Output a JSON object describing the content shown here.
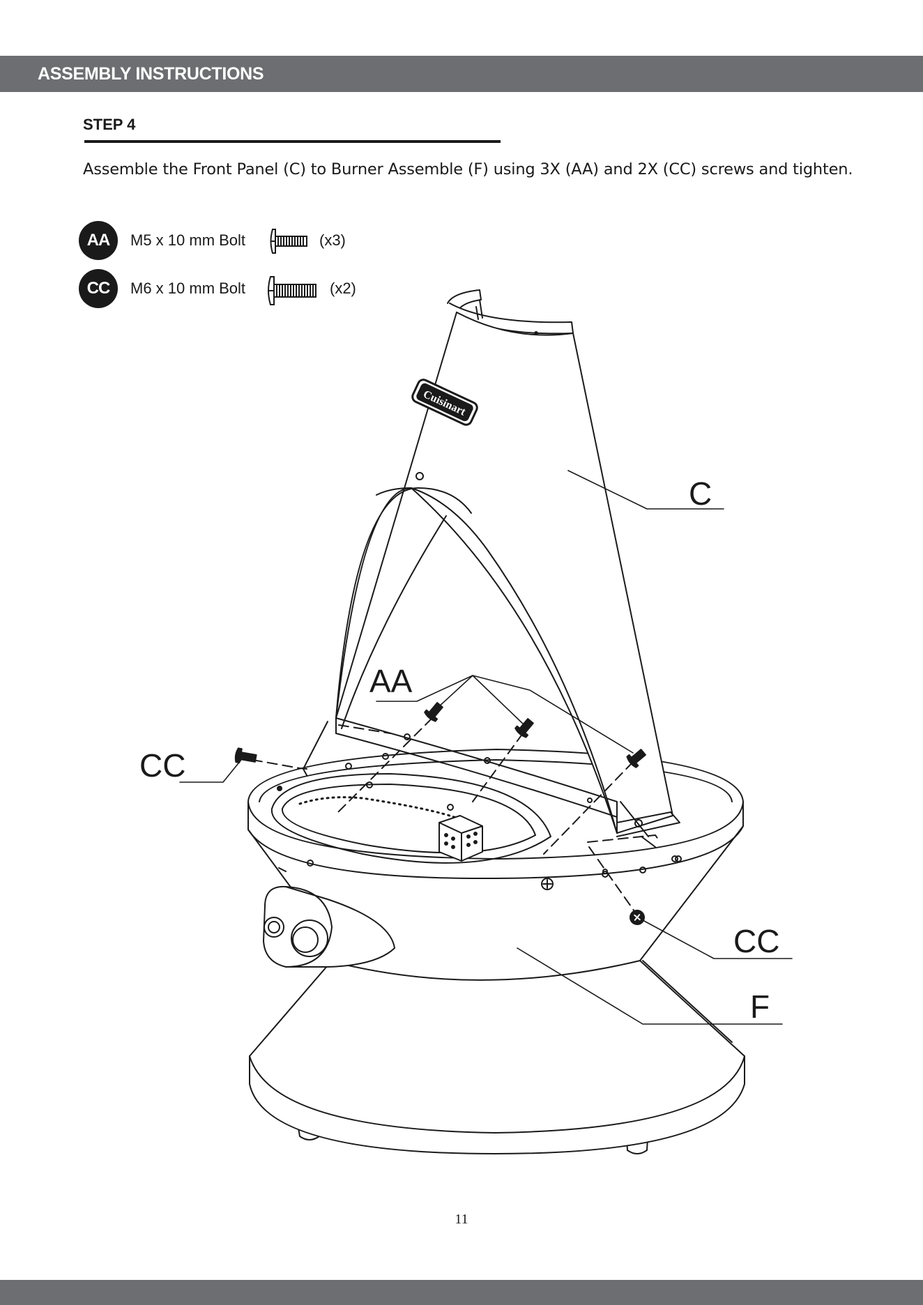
{
  "header": {
    "title": "ASSEMBLY INSTRUCTIONS"
  },
  "step": {
    "heading": "STEP 4",
    "instruction": "Assemble the Front Panel (C) to Burner Assemble (F) using 3X (AA) and 2X (CC) screws and tighten."
  },
  "parts": [
    {
      "badge": "AA",
      "description": "M5 x 10 mm Bolt",
      "quantity": "(x3)",
      "icon": "bolt-icon"
    },
    {
      "badge": "CC",
      "description": "M6 x 10 mm Bolt",
      "quantity": "(x2)",
      "icon": "bolt-icon"
    }
  ],
  "diagram": {
    "brand_plate": "Cuisinart",
    "callouts": {
      "front_panel": "C",
      "bolt_aa": "AA",
      "bolt_cc_left": "CC",
      "bolt_cc_right": "CC",
      "burner_assembly": "F"
    }
  },
  "footer": {
    "page_number": "11"
  },
  "colors": {
    "bar": "#6d6e71",
    "ink": "#1a1a1a"
  }
}
